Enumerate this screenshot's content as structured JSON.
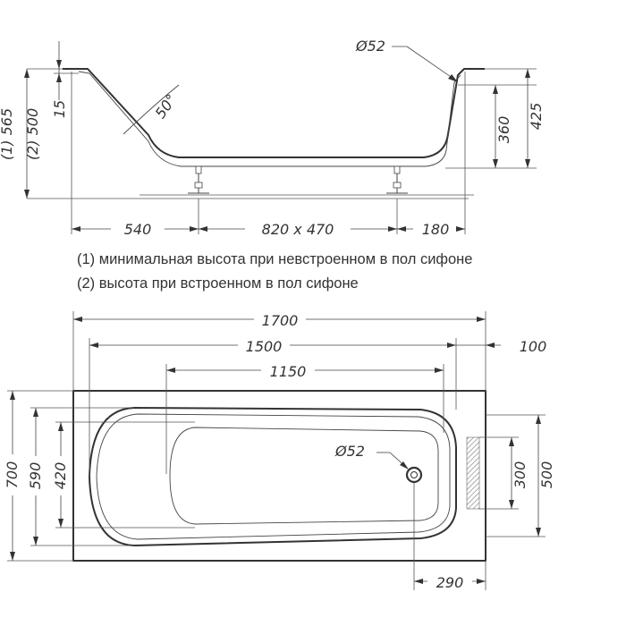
{
  "side_view": {
    "drain_label": "Ø52",
    "angle_label": "50°",
    "height_1": "(1) 565",
    "height_2": "(2) 500",
    "rim_thickness": "15",
    "depth_inner": "360",
    "depth_total": "425",
    "length_left": "540",
    "bottom_size": "820 x 470",
    "length_right": "180"
  },
  "notes": {
    "note_1": "(1) минимальная высота при невстроенном в пол сифоне",
    "note_2": "(2) высота при встроенном в пол сифоне"
  },
  "top_view": {
    "length_total": "1700",
    "length_inner": "1500",
    "length_bottom": "1150",
    "rim_right": "100",
    "width_total": "700",
    "width_inner": "590",
    "width_bottom": "420",
    "drain_label": "Ø52",
    "overflow_height": "300",
    "overflow_width": "500",
    "drain_offset": "290"
  },
  "colors": {
    "line": "#333333",
    "background": "#ffffff"
  }
}
